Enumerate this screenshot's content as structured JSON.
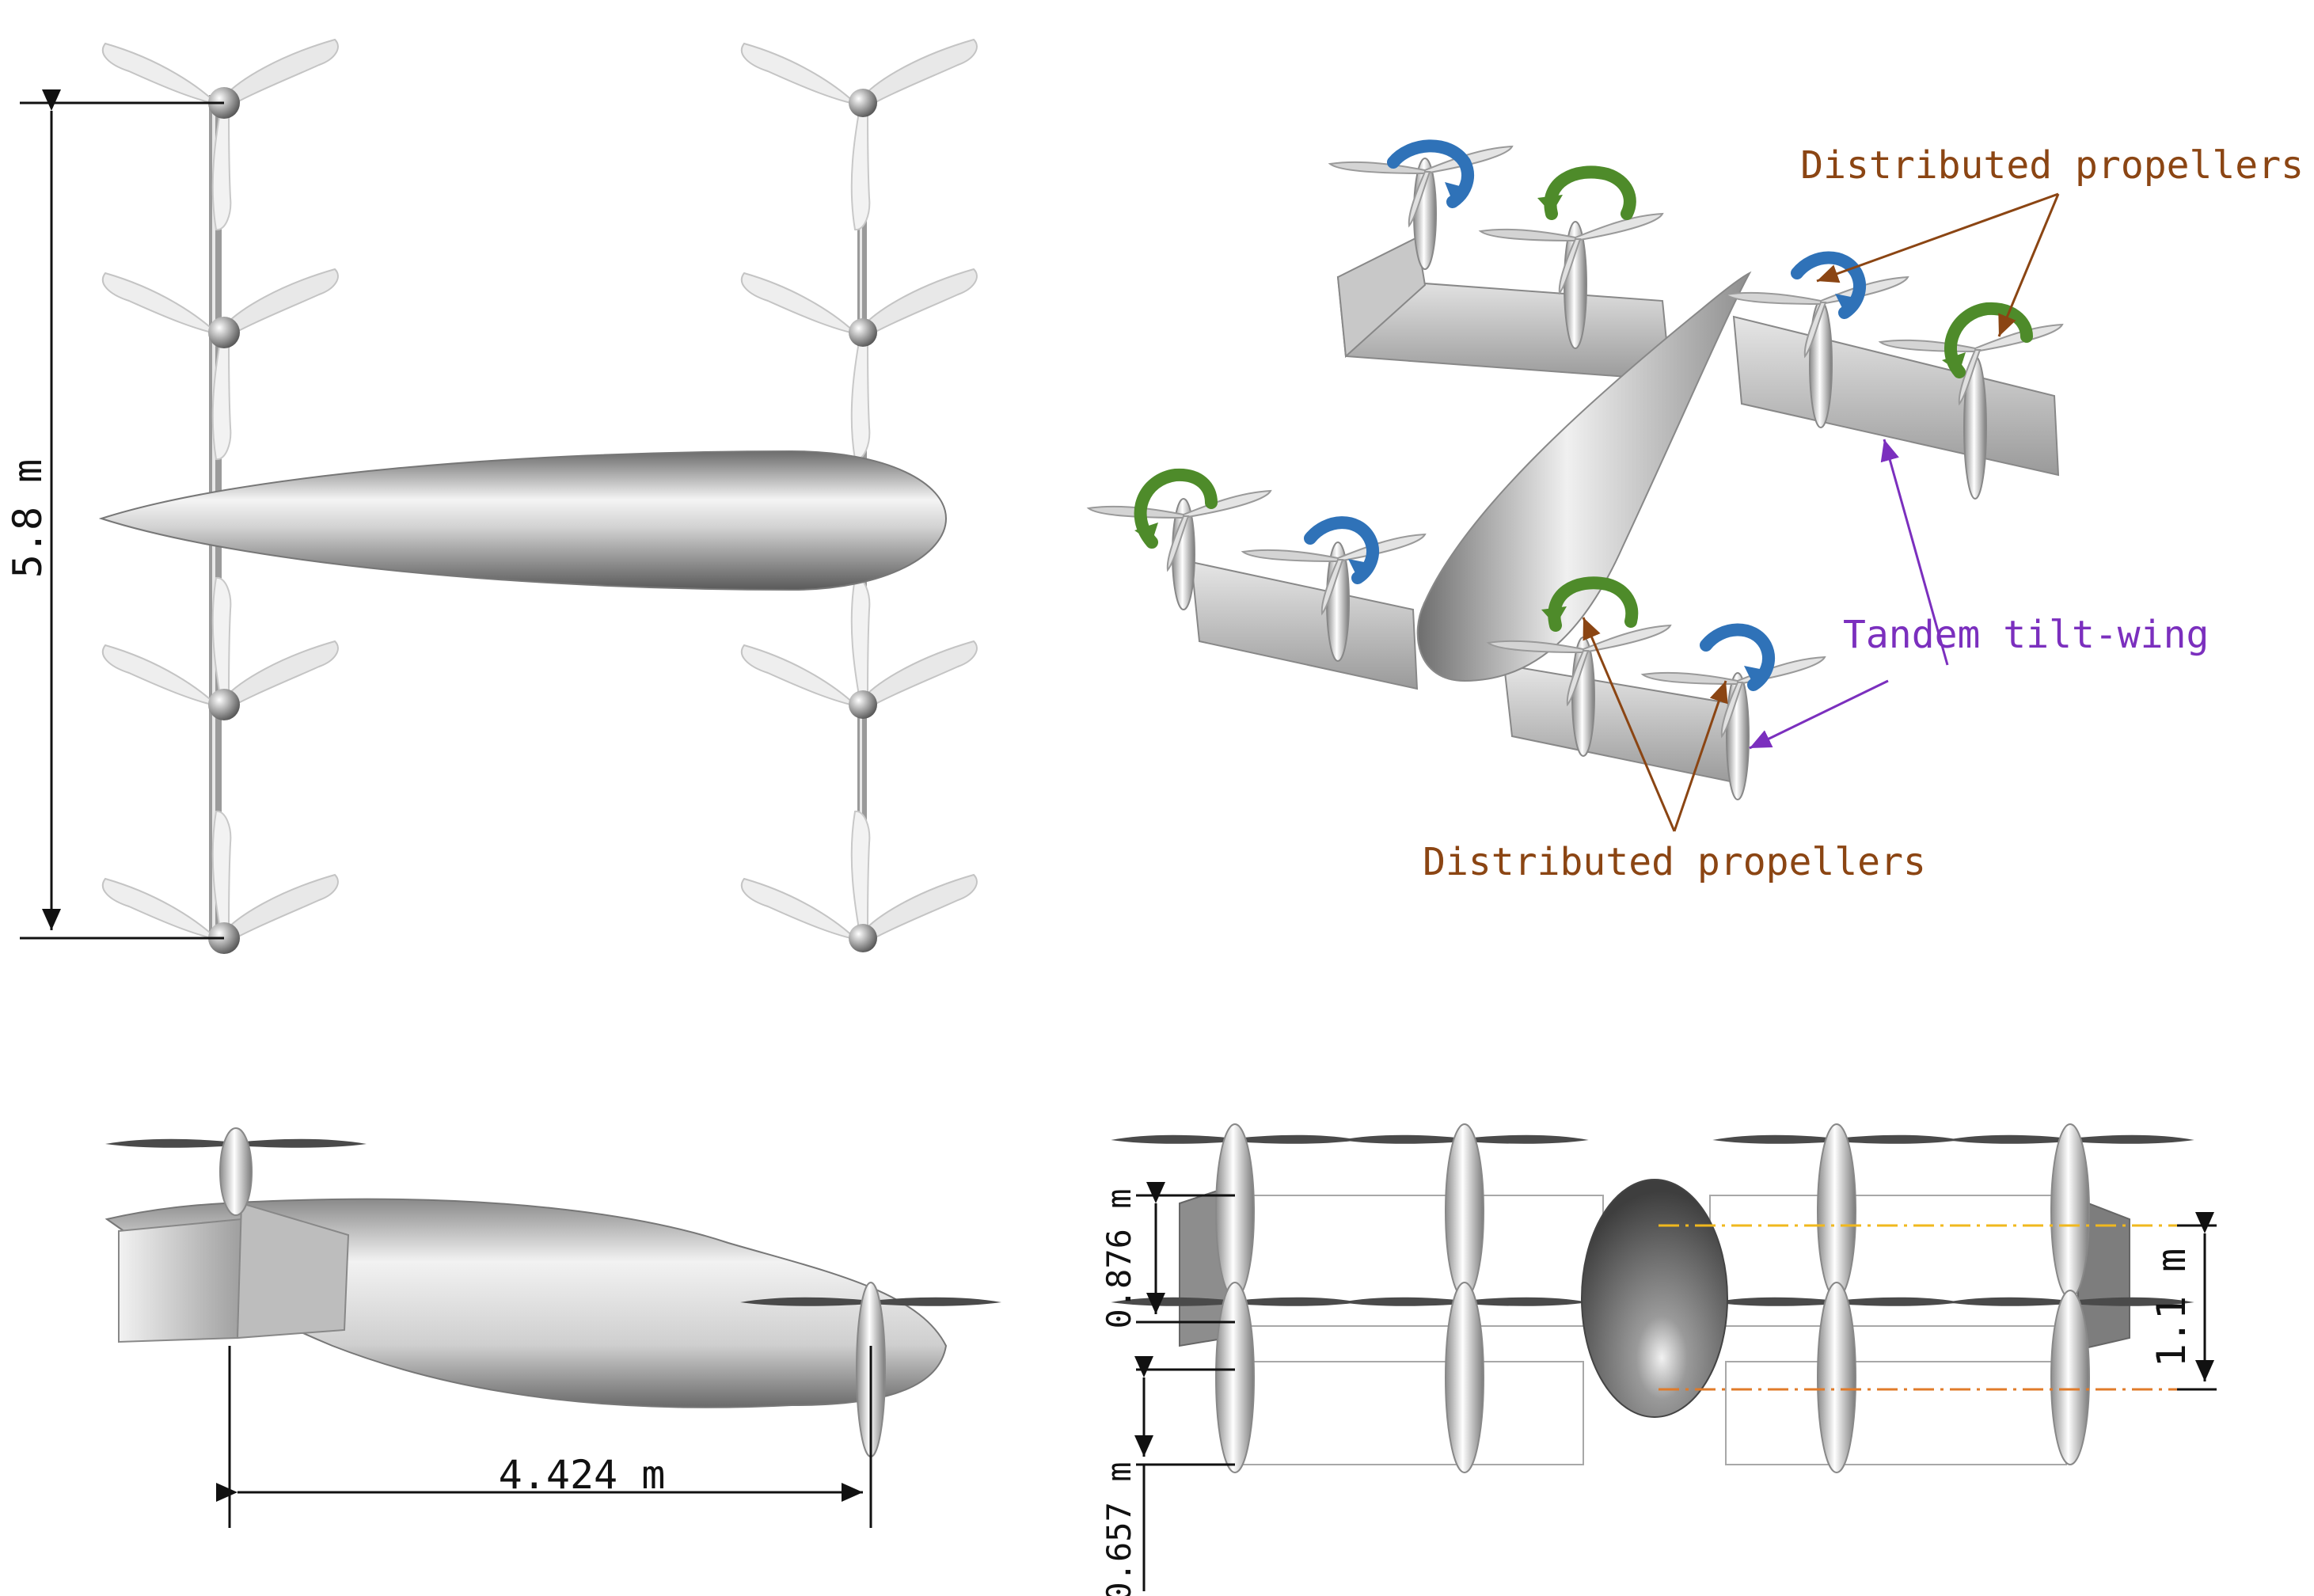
{
  "views": {
    "top": {
      "span_label": "5.8 m"
    },
    "iso": {
      "label_distributed_upper": "Distributed propellers",
      "label_distributed_lower": "Distributed propellers",
      "label_tandem": "Tandem tilt-wing"
    },
    "side": {
      "wing_spacing_label": "4.424 m"
    },
    "front": {
      "label_height_upper": "0.876 m",
      "label_height_lower": "0.657 m",
      "label_offset": "1.1 m"
    }
  },
  "colors": {
    "distributed_text": "#8B4513",
    "tandem_text": "#7B2FBE",
    "arrow_blue": "#2F72B8",
    "arrow_green": "#4E8B2A",
    "centerline_upper": "#F0B81E",
    "centerline_lower": "#E07B2A"
  }
}
